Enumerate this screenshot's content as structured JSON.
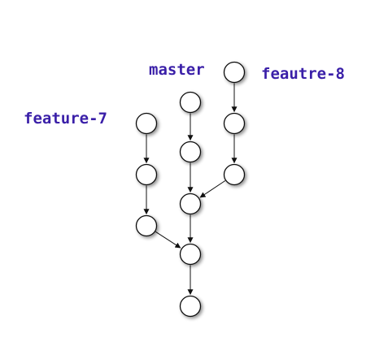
{
  "labels": {
    "master": "master",
    "feature_8": "feautre-8",
    "feature_7": "feature-7"
  },
  "commits": [
    {
      "id": "root"
    },
    {
      "id": "merge-f7"
    },
    {
      "id": "merge-f8"
    },
    {
      "id": "m1"
    },
    {
      "id": "m2"
    },
    {
      "id": "f7-1"
    },
    {
      "id": "f7-2"
    },
    {
      "id": "f7-3"
    },
    {
      "id": "f8-1"
    },
    {
      "id": "f8-2"
    },
    {
      "id": "f8-3"
    }
  ],
  "edges": [
    {
      "from": "m2",
      "to": "m1"
    },
    {
      "from": "m1",
      "to": "merge-f8"
    },
    {
      "from": "f8-3",
      "to": "f8-2"
    },
    {
      "from": "f8-2",
      "to": "f8-1"
    },
    {
      "from": "f8-1",
      "to": "merge-f8"
    },
    {
      "from": "f7-3",
      "to": "f7-2"
    },
    {
      "from": "f7-2",
      "to": "f7-1"
    },
    {
      "from": "f7-1",
      "to": "merge-f7"
    },
    {
      "from": "merge-f8",
      "to": "merge-f7"
    },
    {
      "from": "merge-f7",
      "to": "root"
    }
  ]
}
